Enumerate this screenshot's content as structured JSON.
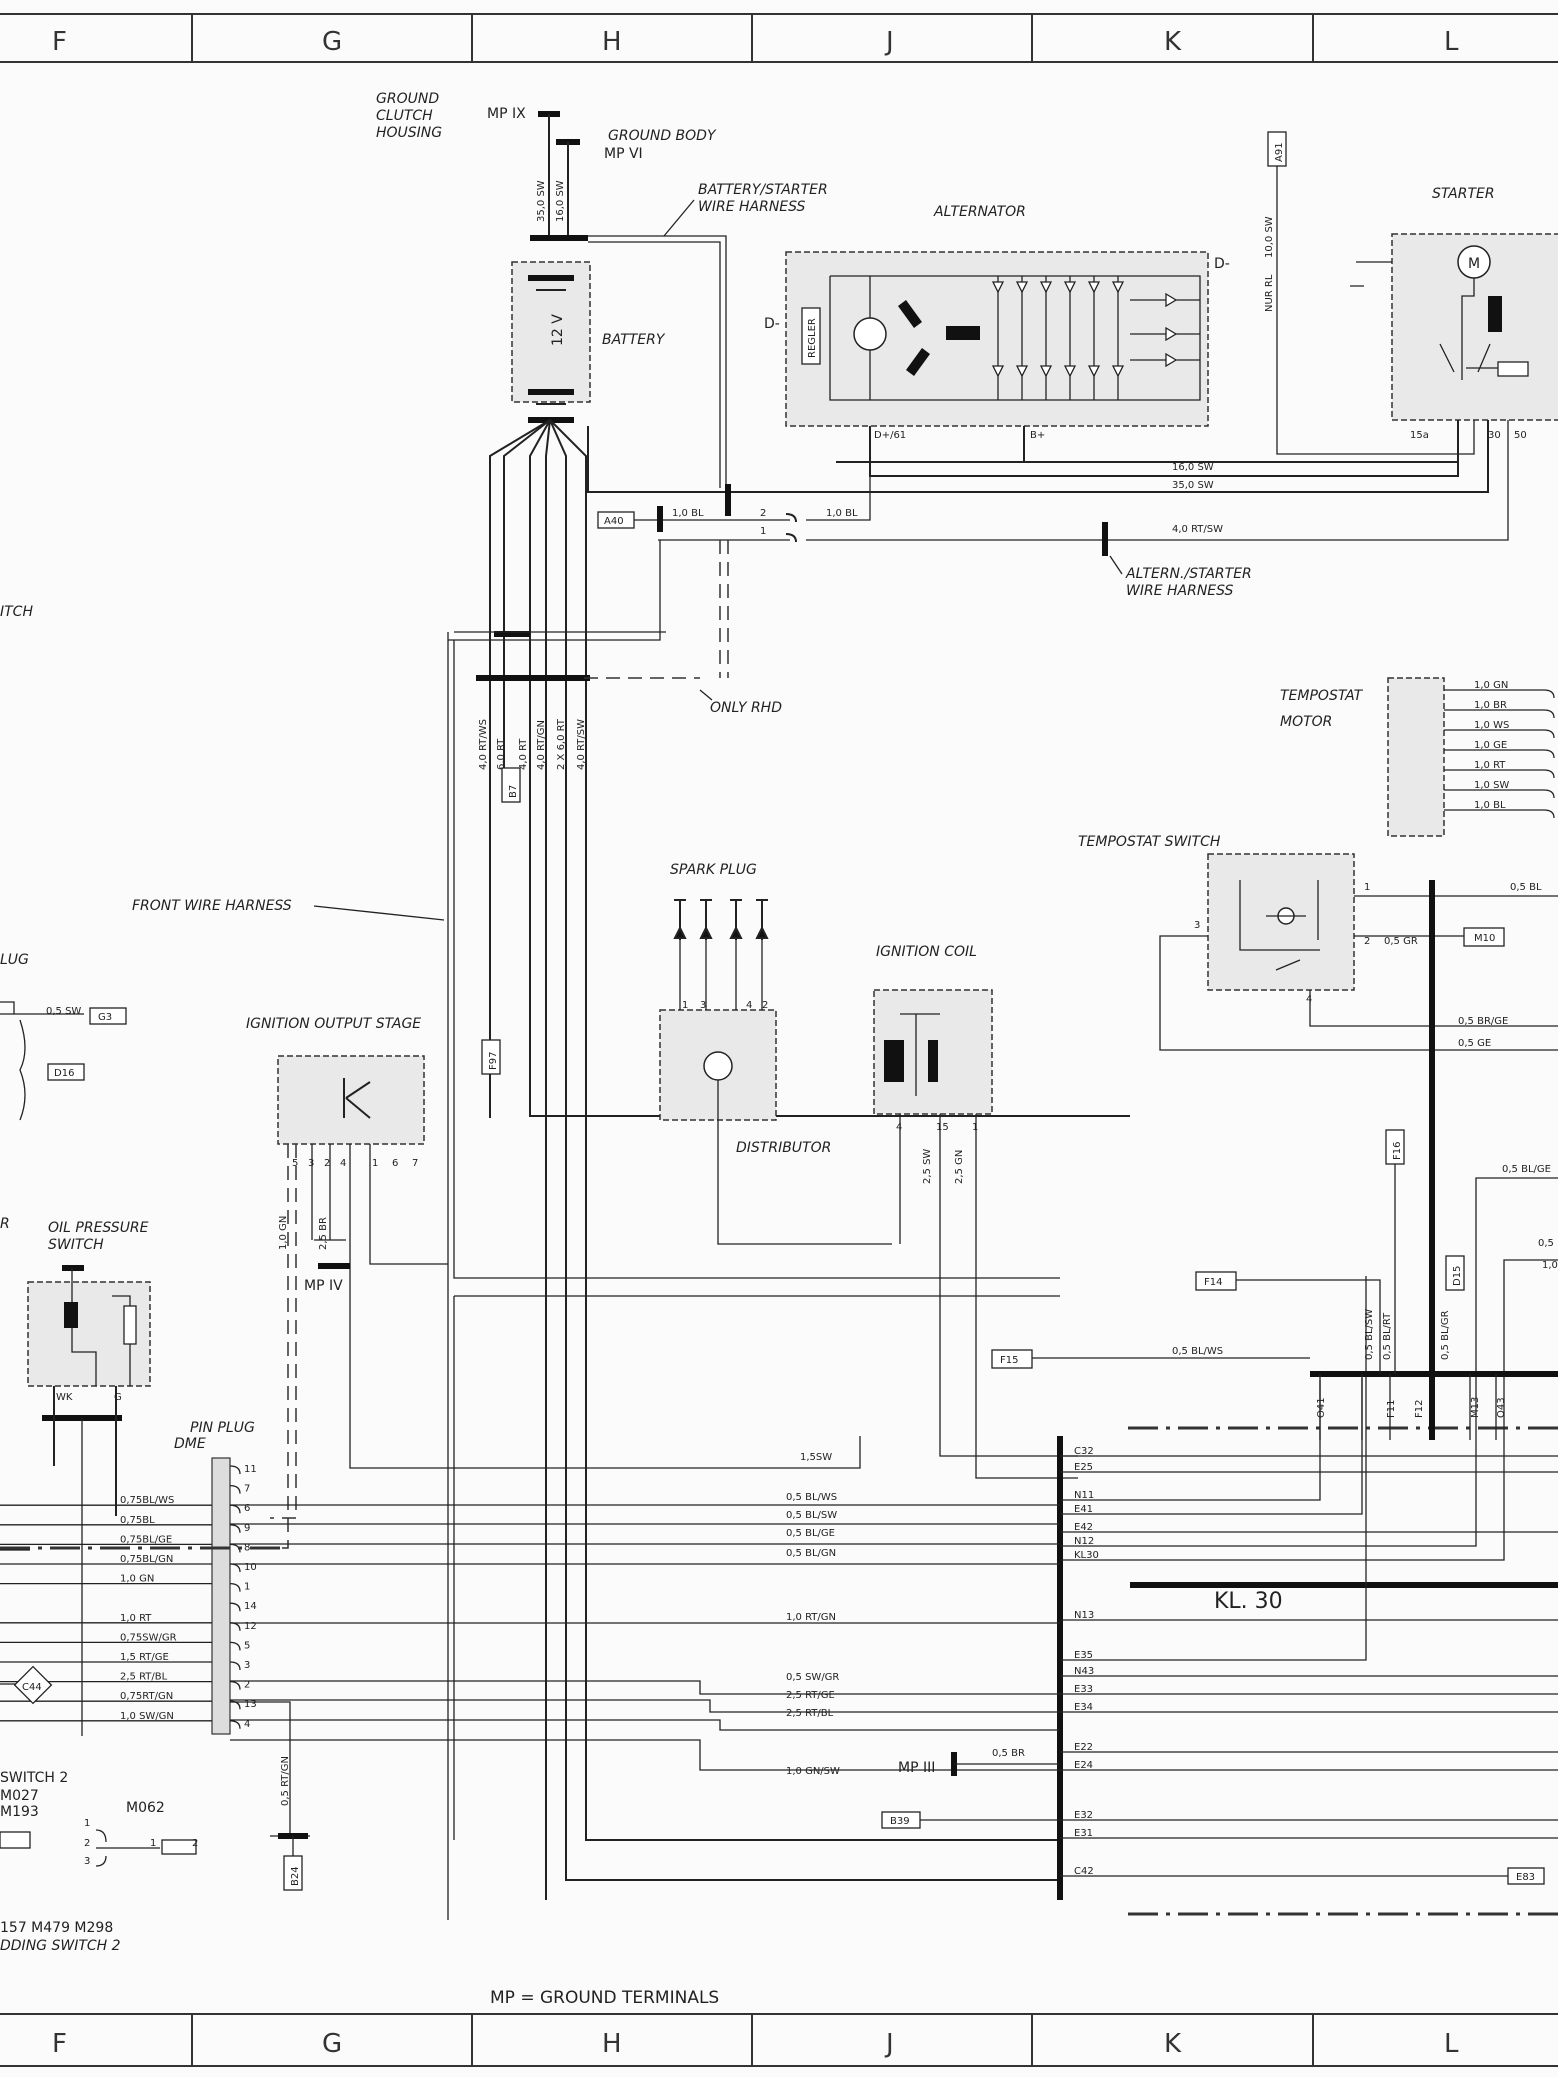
{
  "grid": {
    "columns": [
      "F",
      "G",
      "H",
      "J",
      "K",
      "L"
    ]
  },
  "footer": {
    "legend": "MP = GROUND TERMINALS"
  },
  "components": {
    "ground_clutch": "GROUND CLUTCH HOUSING",
    "ground_body": "GROUND BODY",
    "mp_ix": "MP IX",
    "mp_vi": "MP VI",
    "mp_iv": "MP IV",
    "mp_iii": "MP III",
    "battery_harness": "BATTERY/STARTER WIRE HARNESS",
    "alternator": "ALTERNATOR",
    "starter": "STARTER",
    "battery": "BATTERY",
    "battery_voltage": "12 V",
    "regler": "REGLER",
    "d_minus": "D-",
    "d_plus": "D+/61",
    "b_plus": "B+",
    "altern_harness": "ALTERN./STARTER WIRE HARNESS",
    "only_rhd": "ONLY RHD",
    "tempostat_motor": "TEMPOSTAT MOTOR",
    "tempostat_switch": "TEMPOSTAT SWITCH",
    "spark_plug": "SPARK PLUG",
    "ignition_coil": "IGNITION COIL",
    "ignition_output": "IGNITION OUTPUT STAGE",
    "distributor": "DISTRIBUTOR",
    "front_harness": "FRONT WIRE HARNESS",
    "oil_pressure": "OIL PRESSURE SWITCH",
    "pin_plug": "PIN PLUG DME",
    "kl30": "KL. 30",
    "left_itch": "ITCH",
    "left_lug": "LUG",
    "left_r": "R",
    "left_switch2": "SWITCH 2",
    "left_m027": "M027",
    "left_m193": "M193",
    "left_m062": "M062",
    "left_bottom_codes": "157  M479  M298",
    "left_bottom_label": "DDING SWITCH 2",
    "wk": "WK",
    "g": "G",
    "starter_15a": "15a",
    "starter_30": "30",
    "starter_50": "50"
  },
  "tags": {
    "a91": "A91",
    "a40": "A40",
    "b7": "B7",
    "f97": "F97",
    "g3": "G3",
    "d16": "D16",
    "m10": "M10",
    "f16": "F16",
    "f14": "F14",
    "f15": "F15",
    "d15": "D15",
    "b39": "B39",
    "b24": "B24",
    "e83": "E83",
    "c44": "C44"
  },
  "wires": {
    "w_35sw": "35,0 SW",
    "w_16sw": "16,0 SW",
    "w_10bl_a": "1,0 BL",
    "w_10bl_b": "1,0 BL",
    "w_16sw_b": "16,0 SW",
    "w_35sw_b": "35,0 SW",
    "w_40rtsw": "4,0 RT/SW",
    "w_nur": "NUR RL",
    "w_10sw": "10,0 SW",
    "w_bundle_1": "4,0 RT/WS",
    "w_bundle_2": "6,0 RT",
    "w_bundle_3": "4,0 RT",
    "w_bundle_4": "4,0 RT/GN",
    "w_bundle_5": "2 X 6,0 RT",
    "w_bundle_6": "4,0 RT/SW",
    "w_05bl": "0,5 BL",
    "w_05gr": "0,5 GR",
    "w_05brge": "0,5 BR/GE",
    "w_05ge": "0,5 GE",
    "w_05blge_r": "0,5 BL/GE",
    "w_05_r": "0,5",
    "w_10_r": "1,0",
    "w_25sw": "2,5 SW",
    "w_25gn": "2,5 GN",
    "w_10gn": "1,0 GN",
    "w_25br": "2,5 BR",
    "w_05blws_f15": "0,5 BL/WS",
    "w_05blsw_v": "0,5 BL/SW",
    "w_05blrt_v": "0,5 BL/RT",
    "w_05blgr_v": "0,5 BL/GR",
    "w_05sw_g3": "0,5 SW",
    "w_05br_mp3": "0,5 BR",
    "w_05rtgn_v": "0,5 RT/GN",
    "w_15sw": "1,5SW",
    "w_rt_05blws": "0,5 BL/WS",
    "w_rt_05blsw": "0,5 BL/SW",
    "w_rt_05blge": "0,5 BL/GE",
    "w_rt_05blgn": "0,5 BL/GN",
    "w_rt_10rtgn": "1,0 RT/GN",
    "w_rt_05swgr": "0,5 SW/GR",
    "w_rt_25rtge": "2,5 RT/GE",
    "w_rt_25rtbl": "2,5 RT/BL",
    "w_rt_10gnsw": "1,0 GN/SW"
  },
  "pin_plug_pins": [
    {
      "pin": "11",
      "wire": ""
    },
    {
      "pin": "7",
      "wire": ""
    },
    {
      "pin": "6",
      "wire": "0,75BL/WS"
    },
    {
      "pin": "9",
      "wire": "0,75BL"
    },
    {
      "pin": "8",
      "wire": "0,75BL/GE"
    },
    {
      "pin": "10",
      "wire": "0,75BL/GN"
    },
    {
      "pin": "1",
      "wire": "1,0 GN"
    },
    {
      "pin": "14",
      "wire": ""
    },
    {
      "pin": "12",
      "wire": "1,0 RT"
    },
    {
      "pin": "5",
      "wire": "0,75SW/GR"
    },
    {
      "pin": "3",
      "wire": "1,5 RT/GE"
    },
    {
      "pin": "2",
      "wire": "2,5 RT/BL"
    },
    {
      "pin": "13",
      "wire": "0,75RT/GN"
    },
    {
      "pin": "4",
      "wire": "1,0 SW/GN"
    }
  ],
  "dme_terminals": [
    "C32",
    "E25",
    "N11",
    "E41",
    "E42",
    "N12",
    "KL30",
    "N13",
    "E35",
    "N43",
    "E33",
    "E34",
    "E22",
    "E24",
    "E32",
    "E31",
    "C42"
  ],
  "tempostat_motor_wires": [
    "1,0 GN",
    "1,0 BR",
    "1,0 WS",
    "1,0 GE",
    "1,0 RT",
    "1,0 SW",
    "1,0 BL"
  ],
  "fuse_labels": [
    "O41",
    "F11",
    "F12",
    "M13",
    "O43"
  ],
  "ignition_pins": [
    "5",
    "3",
    "2",
    "4",
    "1",
    "6",
    "7"
  ],
  "spark_pins": [
    "1",
    "3",
    "4",
    "2"
  ],
  "coil_pins": [
    "4",
    "15",
    "1"
  ],
  "tempostat_switch_pins": [
    "1",
    "2",
    "3",
    "4"
  ],
  "m062_pins": [
    "1",
    "2",
    "3"
  ],
  "m062_resistor": [
    "1",
    "2"
  ],
  "battery_connector": [
    "2",
    "1"
  ]
}
